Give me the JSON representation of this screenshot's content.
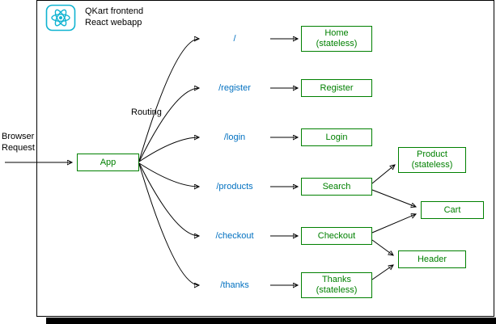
{
  "frame": {
    "title": "QKart frontend\nReact webapp"
  },
  "browser": {
    "label": "Browser\nRequest"
  },
  "app": {
    "label": "App"
  },
  "routing": {
    "label": "Routing"
  },
  "routes": [
    {
      "path": "/",
      "component": "Home\n(stateless)"
    },
    {
      "path": "/register",
      "component": "Register"
    },
    {
      "path": "/login",
      "component": "Login"
    },
    {
      "path": "/products",
      "component": "Search"
    },
    {
      "path": "/checkout",
      "component": "Checkout"
    },
    {
      "path": "/thanks",
      "component": "Thanks\n(stateless)"
    }
  ],
  "shared_components": [
    {
      "label": "Product\n(stateless)"
    },
    {
      "label": "Cart"
    },
    {
      "label": "Header"
    }
  ],
  "icons": {
    "logo": "react-logo-icon"
  },
  "colors": {
    "component_border_and_text": "#008000",
    "route_text": "#0070c0",
    "react_logo": "#0fb3d1",
    "arrow": "#000000",
    "frame_border": "#000000"
  }
}
